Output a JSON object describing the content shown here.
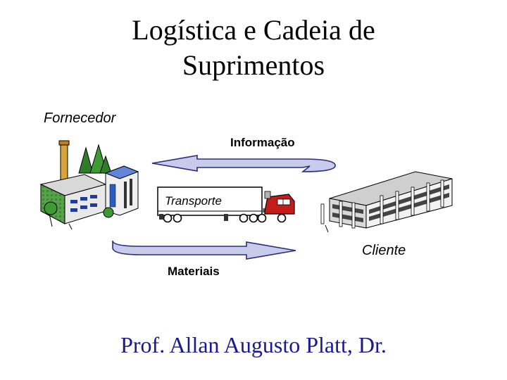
{
  "title": {
    "line1": "Logística e Cadeia de",
    "line2": "Suprimentos"
  },
  "labels": {
    "fornecedor": "Fornecedor",
    "informacao": "Informação",
    "transporte": "Transporte",
    "cliente": "Cliente",
    "materiais": "Materiais"
  },
  "footer": "Prof. Allan Augusto Platt, Dr.",
  "colors": {
    "arrow_fill": "#c9cbea",
    "arrow_stroke": "#2b2e7a",
    "footer_text": "#1a1a8c"
  }
}
